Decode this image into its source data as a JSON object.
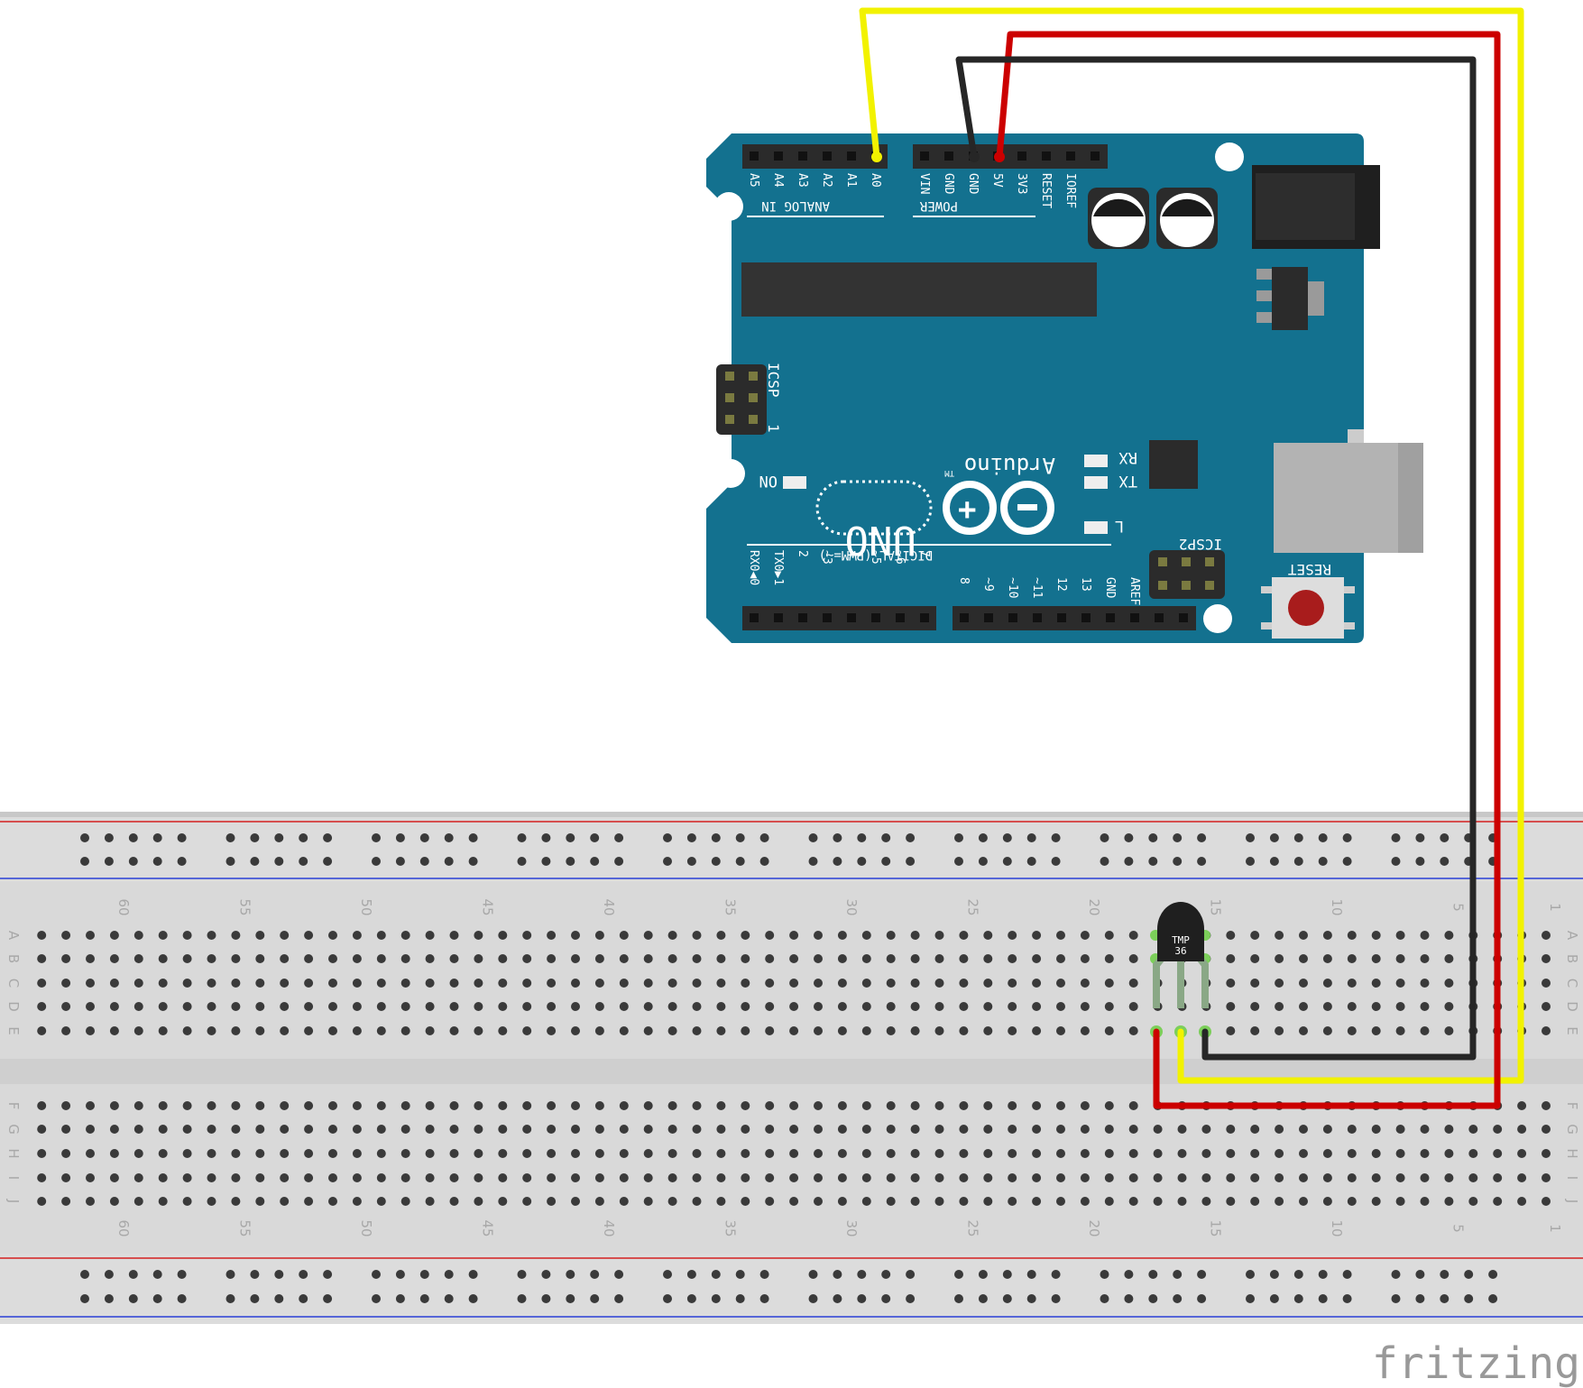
{
  "arduino": {
    "analog_pins": [
      "A5",
      "A4",
      "A3",
      "A2",
      "A1",
      "A0"
    ],
    "power_pins": [
      "VIN",
      "GND",
      "GND",
      "5V",
      "3V3",
      "RESET",
      "IOREF"
    ],
    "analog_label": "ANALOG IN",
    "power_label": "POWER",
    "icsp_label": "ICSP",
    "icsp_pin1": "1",
    "icsp2_label": "ICSP2",
    "brand": "Arduino",
    "tm": "TM",
    "model": "UNO",
    "on_label": "ON",
    "rx_label": "RX",
    "tx_label": "TX",
    "l_label": "L",
    "reset_label": "RESET",
    "digital_label": "DIGITAL (PWM=~)",
    "digital_pins_low": [
      "RX0◀0",
      "TX0▶1",
      "2",
      "~3",
      "4",
      "~5",
      "~6",
      "7"
    ],
    "digital_pins_high": [
      "8",
      "~9",
      "~10",
      "~11",
      "12",
      "13",
      "GND",
      "AREF"
    ]
  },
  "breadboard": {
    "column_numbers": [
      "60",
      "55",
      "50",
      "45",
      "40",
      "35",
      "30",
      "25",
      "20",
      "15",
      "10",
      "5",
      "1"
    ],
    "rows_top": [
      "A",
      "B",
      "C",
      "D",
      "E"
    ],
    "rows_bottom": [
      "F",
      "G",
      "H",
      "I",
      "J"
    ]
  },
  "sensor": {
    "label_line1": "TMP",
    "label_line2": "36"
  },
  "wires": {
    "signal_color": "#f2f200",
    "power_color": "#cc0000",
    "ground_color": "#262626"
  },
  "colors": {
    "arduino_board": "#13718f",
    "breadboard": "#d9d9d9",
    "rail_red": "#d42020",
    "rail_blue": "#2a3ed6"
  },
  "watermark": "fritzing"
}
